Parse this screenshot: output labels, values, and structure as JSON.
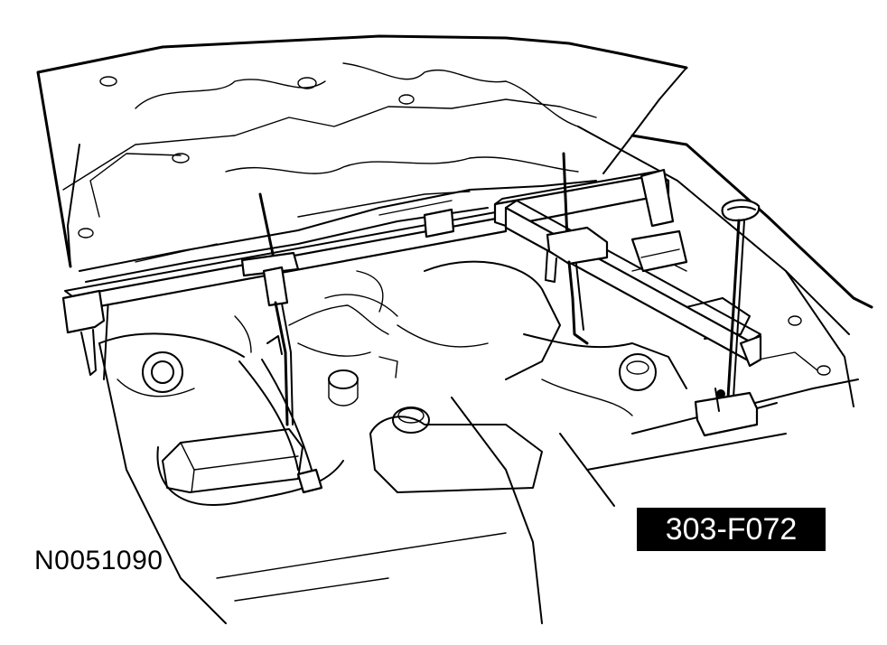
{
  "figure": {
    "id": "N0051090",
    "tool_number": "303-F072"
  },
  "icons": {
    "illustration": "engine-support-bar-illustration"
  }
}
